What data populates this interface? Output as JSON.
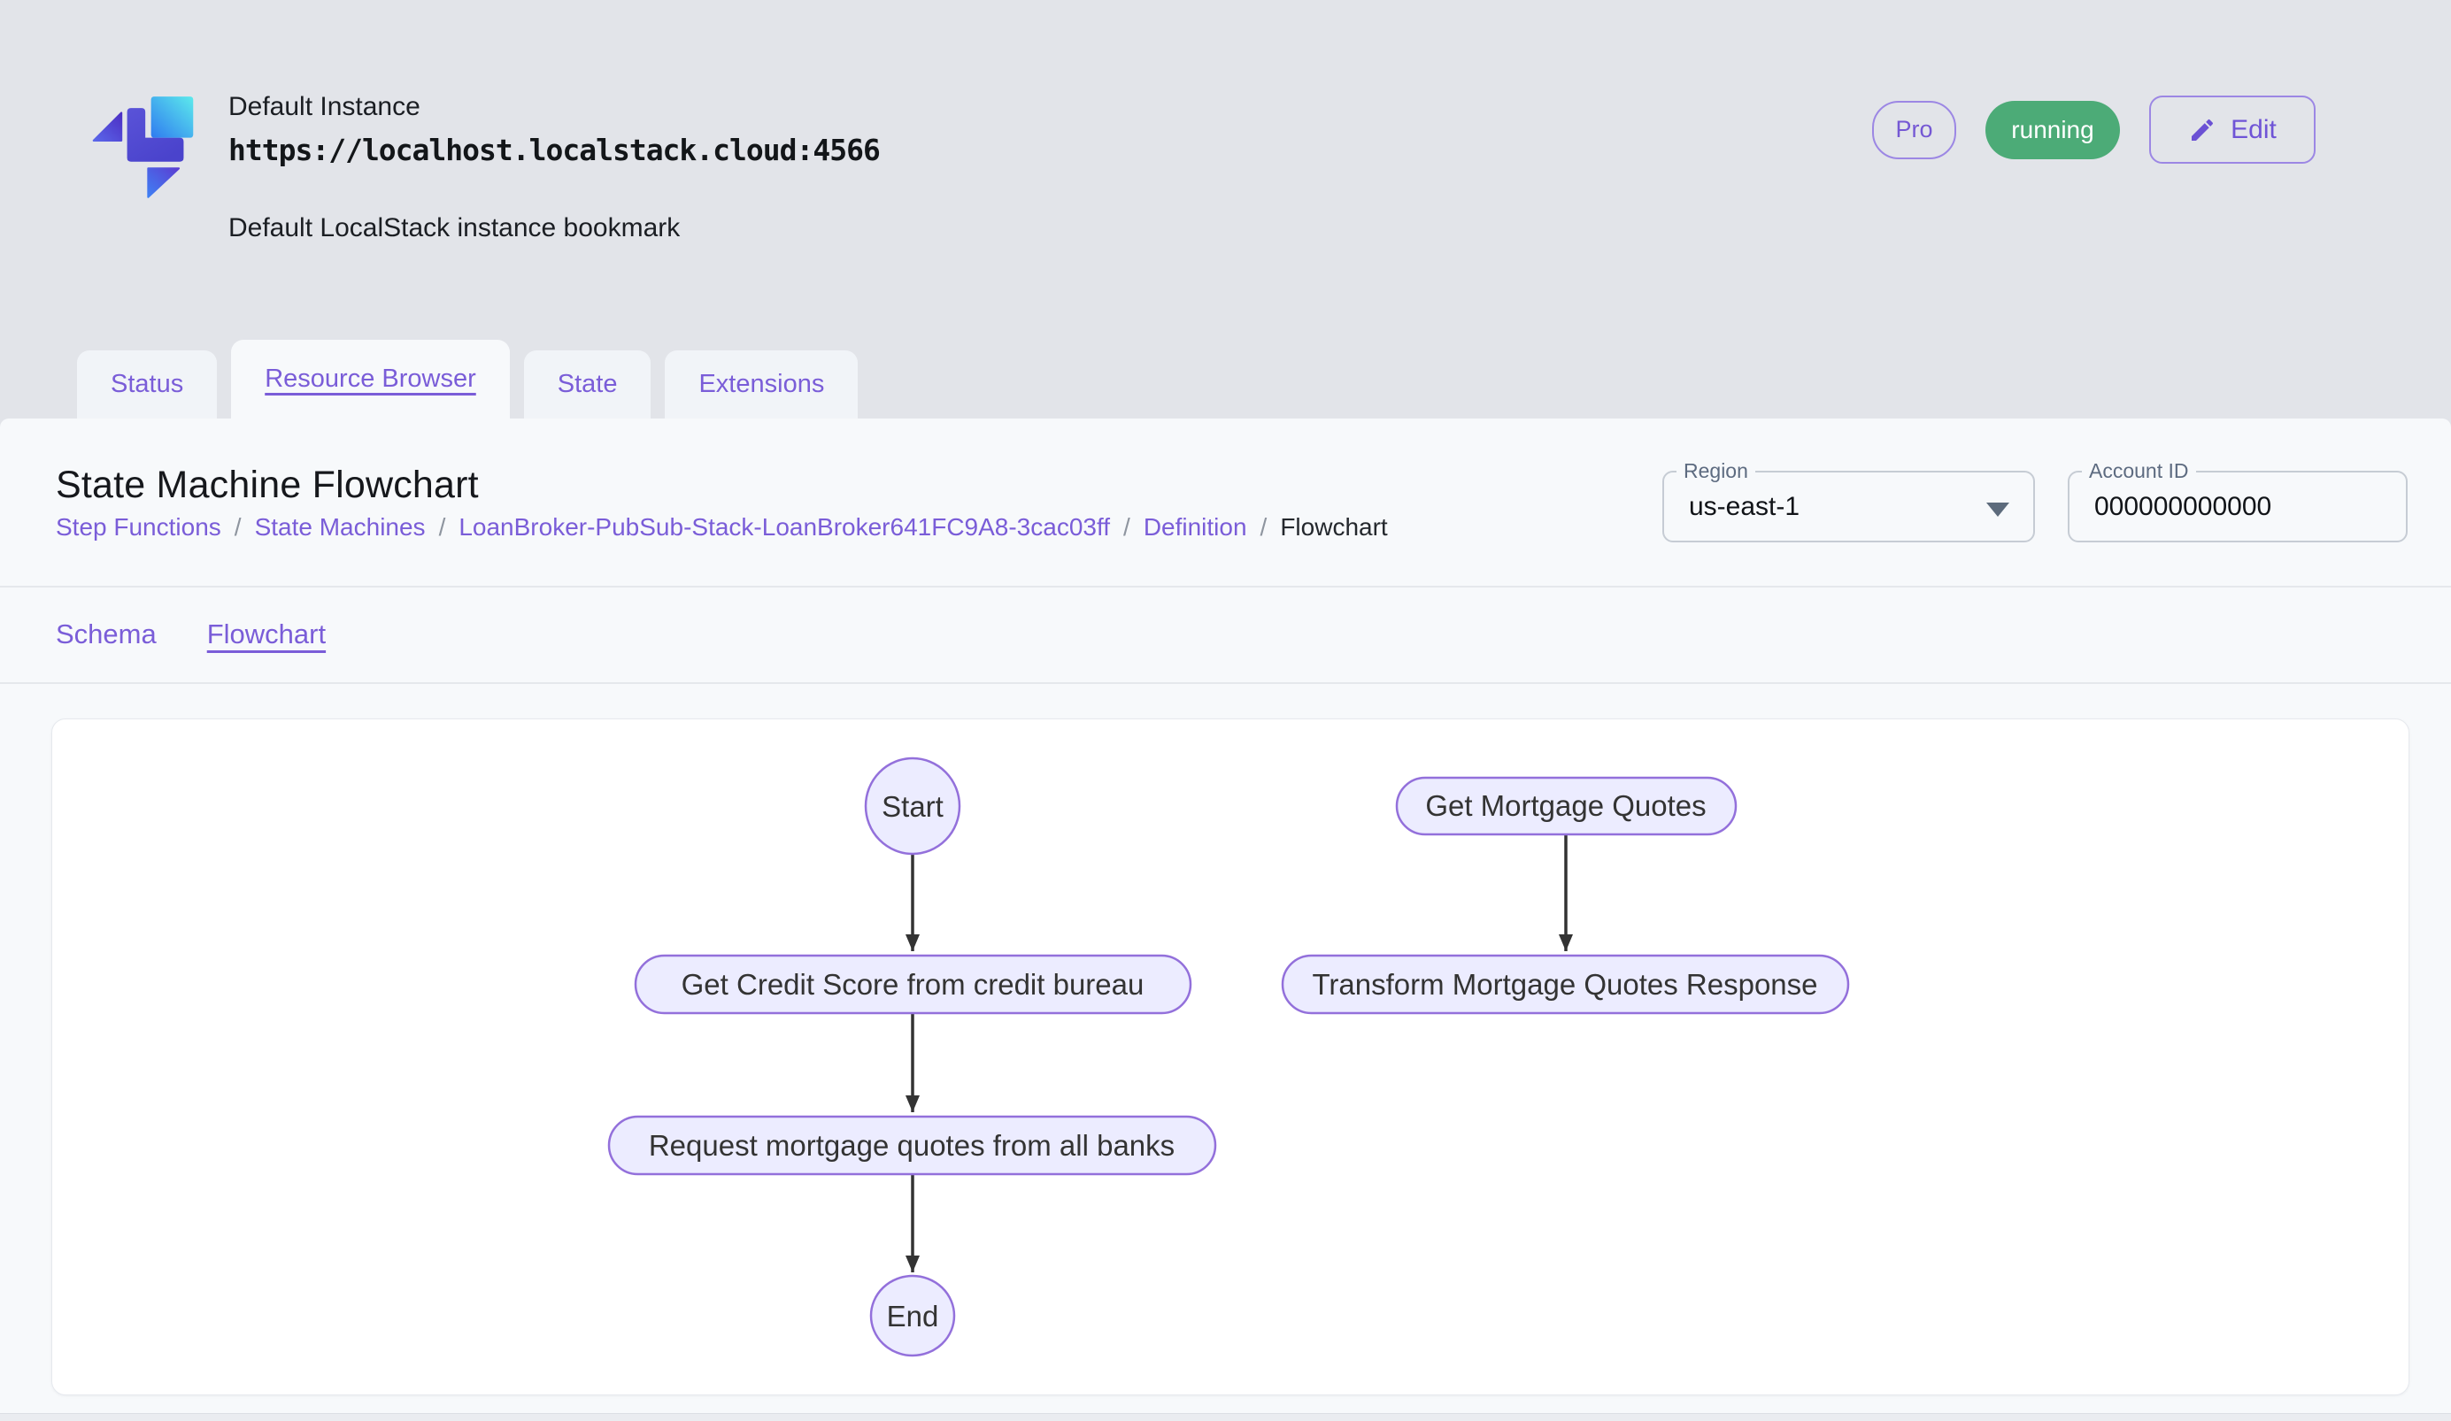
{
  "header": {
    "instance_name": "Default Instance",
    "instance_url": "https://localhost.localstack.cloud:4566",
    "instance_description": "Default LocalStack instance bookmark",
    "pro_badge": "Pro",
    "status_badge": "running",
    "edit_button": "Edit"
  },
  "tabs": [
    {
      "label": "Status",
      "active": false
    },
    {
      "label": "Resource Browser",
      "active": true
    },
    {
      "label": "State",
      "active": false
    },
    {
      "label": "Extensions",
      "active": false
    }
  ],
  "page": {
    "title": "State Machine Flowchart",
    "breadcrumb": [
      {
        "label": "Step Functions"
      },
      {
        "label": "State Machines"
      },
      {
        "label": "LoanBroker-PubSub-Stack-LoanBroker641FC9A8-3cac03ff"
      },
      {
        "label": "Definition"
      },
      {
        "label": "Flowchart"
      }
    ],
    "breadcrumb_separator": "/",
    "region_field": {
      "label": "Region",
      "value": "us-east-1"
    },
    "account_field": {
      "label": "Account ID",
      "value": "000000000000"
    },
    "subtabs": [
      {
        "label": "Schema",
        "active": false
      },
      {
        "label": "Flowchart",
        "active": true
      }
    ]
  },
  "flowchart": {
    "nodes": [
      {
        "id": "start",
        "label": "Start",
        "shape": "circle"
      },
      {
        "id": "getCreditScore",
        "label": "Get Credit Score from credit bureau",
        "shape": "pill"
      },
      {
        "id": "requestQuotes",
        "label": "Request mortgage quotes from all banks",
        "shape": "pill"
      },
      {
        "id": "end",
        "label": "End",
        "shape": "circle"
      },
      {
        "id": "getMortgageQuotes",
        "label": "Get Mortgage Quotes",
        "shape": "pill"
      },
      {
        "id": "transformResponse",
        "label": "Transform Mortgage Quotes Response",
        "shape": "pill"
      }
    ],
    "edges": [
      {
        "from": "start",
        "to": "getCreditScore"
      },
      {
        "from": "getCreditScore",
        "to": "requestQuotes"
      },
      {
        "from": "requestQuotes",
        "to": "end"
      },
      {
        "from": "getMortgageQuotes",
        "to": "transformResponse"
      }
    ]
  },
  "colors": {
    "accent_purple": "#7a5dd8",
    "status_green": "#4cab77",
    "node_fill": "#ececff",
    "node_border": "#9370db",
    "arrow": "#333333",
    "header_bg": "#e2e4e9",
    "panel_bg": "#f7f9fb"
  }
}
